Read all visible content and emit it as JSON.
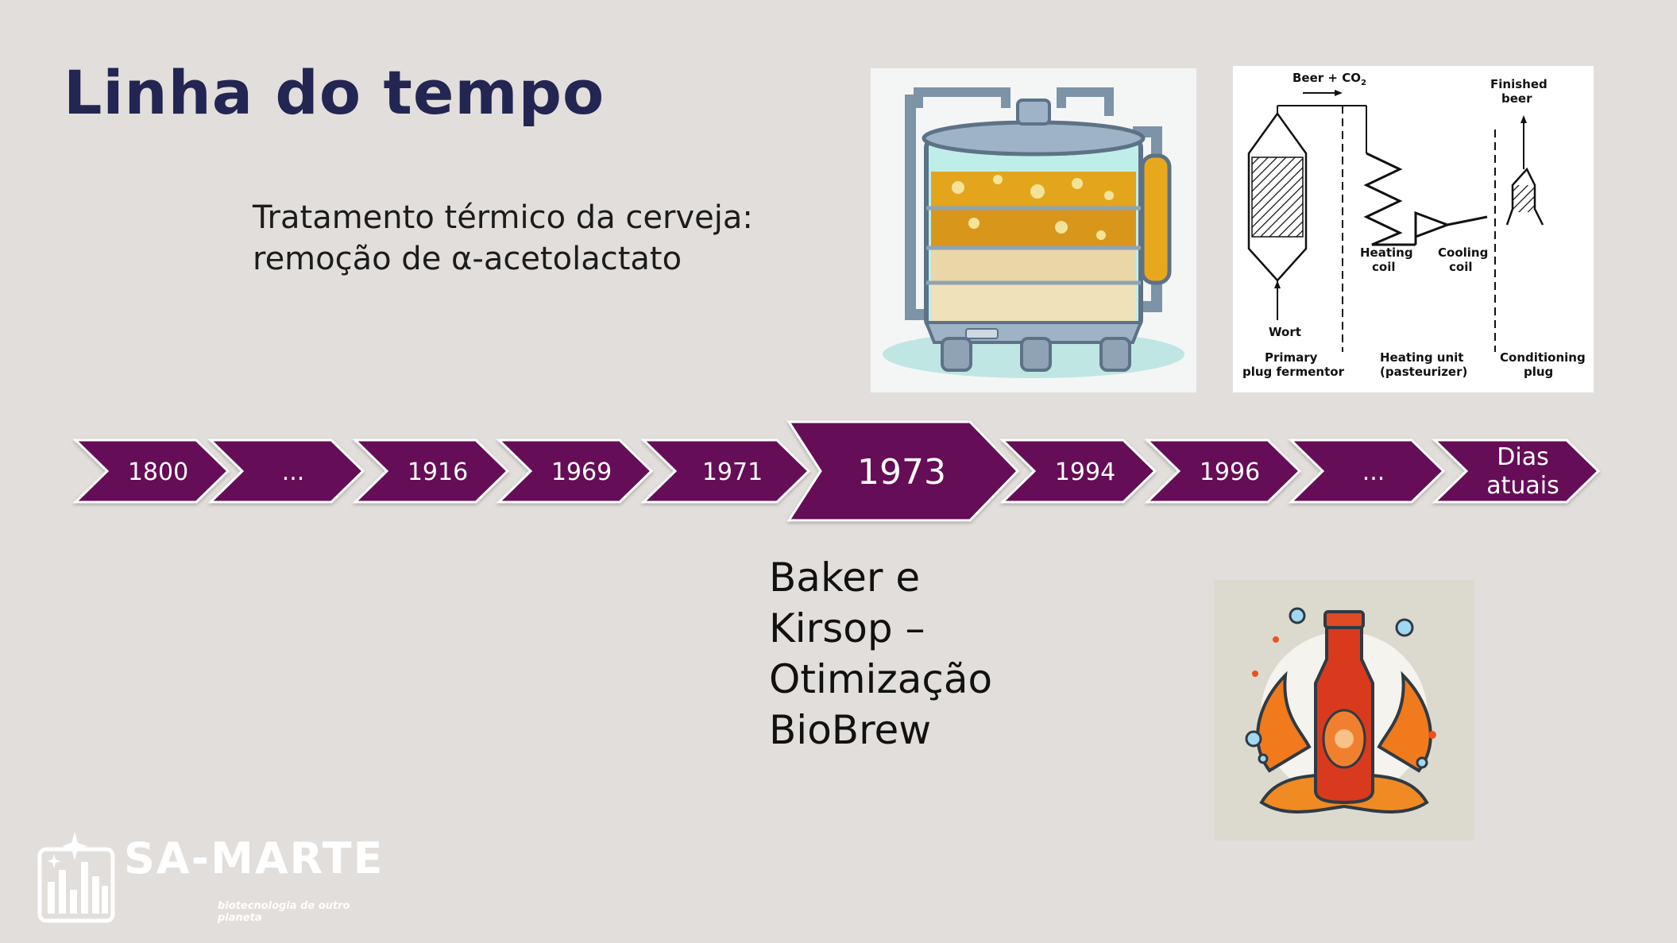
{
  "slide": {
    "title": "Linha do tempo",
    "subtitle_line1": "Tratamento térmico da cerveja:",
    "subtitle_line2": "remoção de α-acetolactato"
  },
  "timeline": {
    "color": "#650a56",
    "items": [
      {
        "label": "1800"
      },
      {
        "label": "..."
      },
      {
        "label": "1916"
      },
      {
        "label": "1969"
      },
      {
        "label": "1971"
      },
      {
        "label": "1973",
        "highlighted": true
      },
      {
        "label": "1994"
      },
      {
        "label": "1996"
      },
      {
        "label": "..."
      },
      {
        "label": "Dias atuais"
      }
    ]
  },
  "detail": {
    "line1": "Baker e",
    "line2": "Kirsop –",
    "line3": "Otimização",
    "line4": "BioBrew"
  },
  "diagram": {
    "beer_co2": "Beer + CO",
    "beer_co2_sub": "2",
    "finished_1": "Finished",
    "finished_2": "beer",
    "heating_1": "Heating",
    "heating_2": "coil",
    "cooling_1": "Cooling",
    "cooling_2": "coil",
    "wort": "Wort",
    "primary_1": "Primary",
    "primary_2": "plug fermentor",
    "unit_1": "Heating unit",
    "unit_2": "(pasteurizer)",
    "cond_1": "Conditioning",
    "cond_2": "plug"
  },
  "logo": {
    "name": "SA-MARTE",
    "tagline": "biotecnologia de outro planeta"
  }
}
